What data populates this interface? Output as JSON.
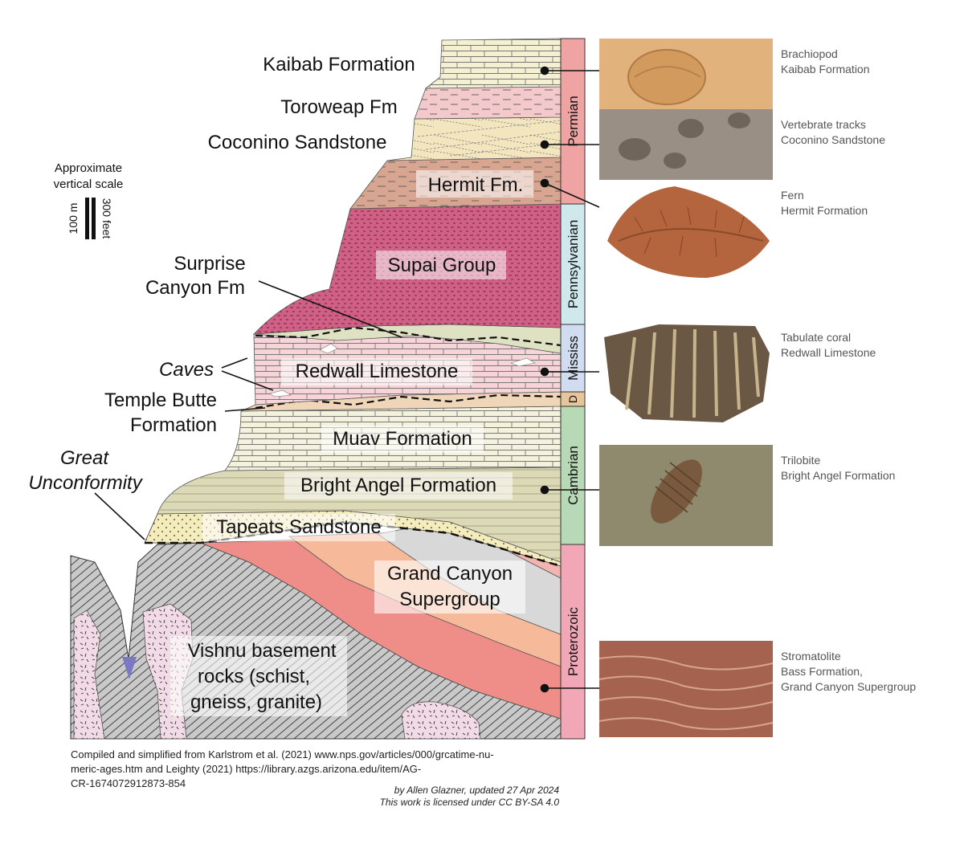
{
  "colors": {
    "kaibab": "#f6f0d3",
    "toroweap": "#f3c9cc",
    "coconino": "#f3e6bf",
    "hermit": "#d7a590",
    "supai": "#d15f86",
    "surprise": "#dfe2c2",
    "redwall": "#f7d4d7",
    "temple_butte": "#f0d6b8",
    "muav": "#f4f2dd",
    "bright_angel": "#dcd9b7",
    "tapeats": "#f5ecbc",
    "supergroup_red": "#ef8e89",
    "supergroup_pink": "#f3b3b0",
    "supergroup_peach": "#f6b99a",
    "supergroup_grey": "#d8d8d8",
    "basement": "#c9c9c9",
    "granite": "#f2dbe6",
    "permian": "#f0a3a3",
    "pennsylvanian": "#cfe8ec",
    "mississippian": "#d2dcf0",
    "devonian": "#e7c59a",
    "cambrian": "#b7d9b5",
    "proterozoic": "#f2a7b6",
    "water": "#7b78c4"
  },
  "formations": {
    "kaibab": "Kaibab Formation",
    "toroweap": "Toroweap Fm",
    "coconino": "Coconino Sandstone",
    "hermit": "Hermit Fm.",
    "supai": "Supai Group",
    "surprise_line1": "Surprise",
    "surprise_line2": "Canyon Fm",
    "caves": "Caves",
    "redwall": "Redwall Limestone",
    "temple_line1": "Temple Butte",
    "temple_line2": "Formation",
    "muav": "Muav Formation",
    "bright_angel": "Bright Angel Formation",
    "tapeats": "Tapeats Sandstone",
    "great_line1": "Great",
    "great_line2": "Unconformity",
    "supergroup_line1": "Grand Canyon",
    "supergroup_line2": "Supergroup",
    "vishnu_line1": "Vishnu basement",
    "vishnu_line2": "rocks (schist,",
    "vishnu_line3": "gneiss, granite)"
  },
  "periods": {
    "permian": "Permian",
    "pennsylvanian": "Pennsylvanian",
    "mississippian": "Mississ",
    "devonian": "D",
    "cambrian": "Cambrian",
    "proterozoic": "Proterozoic"
  },
  "scale": {
    "title_line1": "Approximate",
    "title_line2": "vertical scale",
    "metric": "100 m",
    "imperial": "300 feet"
  },
  "fossils": [
    {
      "name": "Brachiopod",
      "formation": "Kaibab Formation",
      "color": "#e2b27c"
    },
    {
      "name": "Vertebrate tracks",
      "formation": "Coconino Sandstone",
      "color": "#9a8f84"
    },
    {
      "name": "Fern",
      "formation": "Hermit Formation",
      "color": "#b4653d"
    },
    {
      "name": "Tabulate coral",
      "formation": "Redwall Limestone",
      "color": "#6a5744"
    },
    {
      "name": "Trilobite",
      "formation": "Bright Angel Formation",
      "color": "#8f8a6e"
    },
    {
      "name": "Stromatolite",
      "formation": "Bass Formation,",
      "formation2": "Grand Canyon Supergroup",
      "color": "#a4624f"
    }
  ],
  "credits": {
    "line1": "Compiled and simplified from Karlstrom et al. (2021) www.nps.gov/articles/000/grcatime-nu-",
    "line2": "meric-ages.htm and Leighty (2021) https://library.azgs.arizona.edu/item/AG-",
    "line3": "CR-1674072912873-854",
    "author": "by Allen Glazner, updated 27 Apr 2024",
    "license": "This work is licensed under CC BY-SA 4.0"
  }
}
